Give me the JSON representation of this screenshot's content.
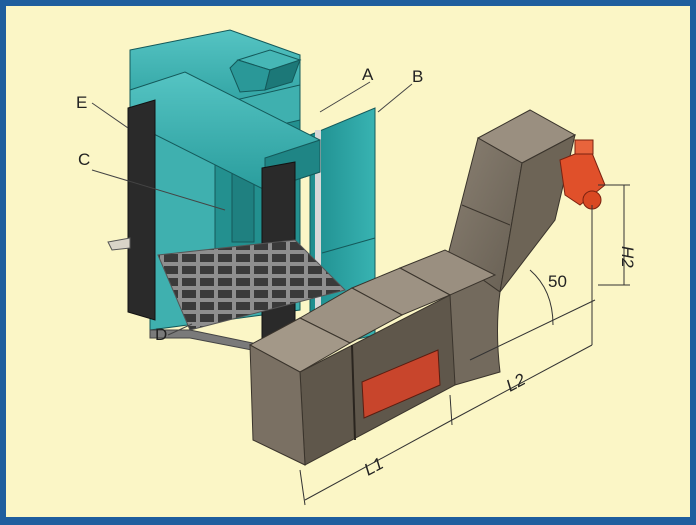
{
  "figure": {
    "labels": {
      "A": "A",
      "B": "B",
      "C": "C",
      "D": "D",
      "E": "E"
    },
    "dimensions": {
      "l1": "L1",
      "l2": "L2",
      "h2": "H2",
      "angle": "50"
    }
  },
  "colors": {
    "frame_border": "#1f5e9e",
    "background": "#fbf6c6",
    "booth_teal": "#2fa3a3",
    "booth_teal_dark": "#1e7f80",
    "conveyor_gray": "#7e7466",
    "conveyor_gray_dark": "#5c5348",
    "motor_orange": "#e0502a",
    "inlet_red": "#c8452c",
    "column_black": "#2a2a2a"
  }
}
